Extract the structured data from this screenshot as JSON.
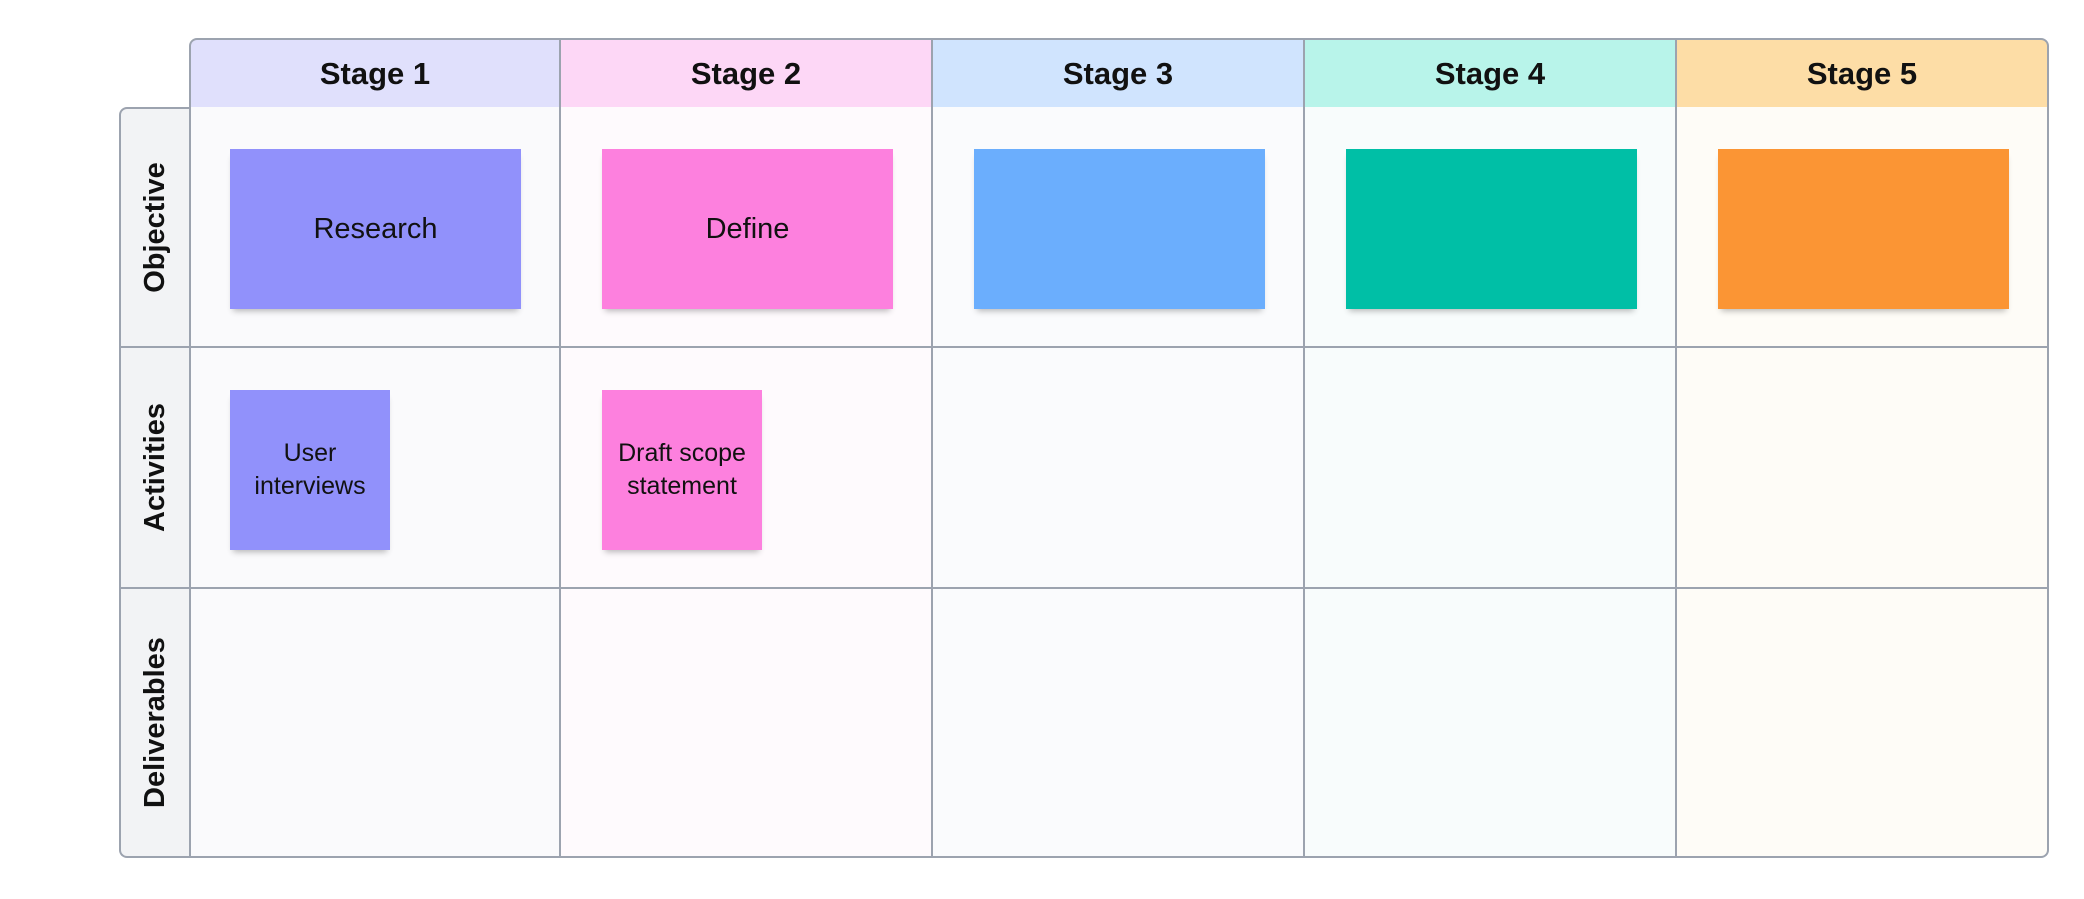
{
  "stages": [
    {
      "label": "Stage 1",
      "header_color": "#e0e0fc",
      "cell_color": "#fafafc",
      "note_color": "#9191fb"
    },
    {
      "label": "Stage 2",
      "header_color": "#fdd7f6",
      "cell_color": "#fefafd",
      "note_color": "#fd80de"
    },
    {
      "label": "Stage 3",
      "header_color": "#d0e4fe",
      "cell_color": "#fafbfd",
      "note_color": "#6baefd"
    },
    {
      "label": "Stage 4",
      "header_color": "#b8f4ea",
      "cell_color": "#f8fcfc",
      "note_color": "#00bfa6"
    },
    {
      "label": "Stage 5",
      "header_color": "#fddda6",
      "cell_color": "#fefcf7",
      "note_color": "#fb9534"
    }
  ],
  "rows": [
    {
      "label": "Objective"
    },
    {
      "label": "Activities"
    },
    {
      "label": "Deliverables"
    }
  ],
  "notes": {
    "objective": [
      "Research",
      "Define",
      "",
      "",
      ""
    ],
    "activities": [
      {
        "stage": 1,
        "text": "User interviews"
      },
      {
        "stage": 2,
        "text": "Draft scope statement"
      }
    ]
  }
}
